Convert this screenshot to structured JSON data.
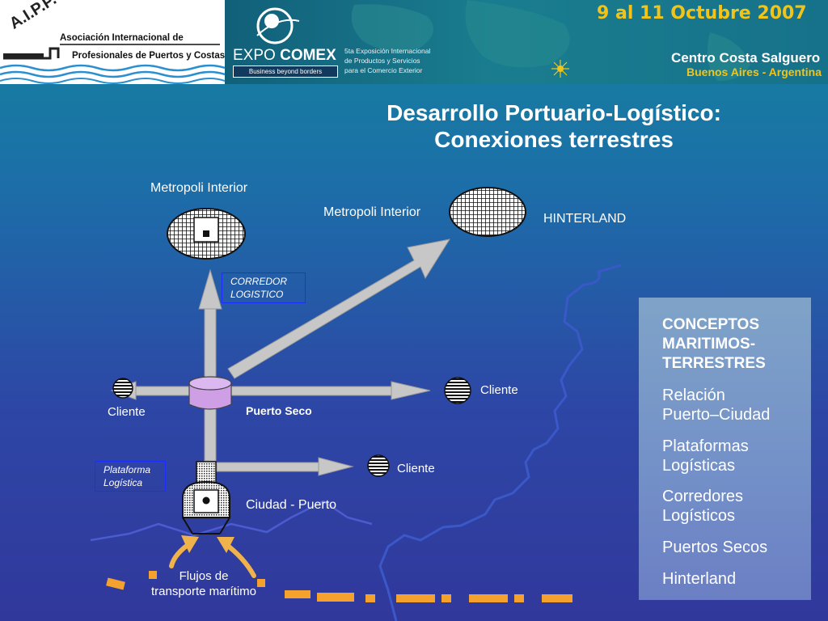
{
  "header": {
    "org_logo_text": "A.I.P.P.Y.C.",
    "org_line1": "Asociación Internacional de",
    "org_line2": "Profesionales de Puertos y Costas",
    "expo_name_a": "EXPO",
    "expo_name_b": "COMEX",
    "expo_tagline": "Business beyond borders",
    "expo_desc1": "5ta Exposición Internacional",
    "expo_desc2": "de Productos y Servicios",
    "expo_desc3": "para el Comercio Exterior",
    "dates": "9 al 11 Octubre 2007",
    "venue": "Centro Costa Salguero",
    "city": "Buenos Aires - Argentina"
  },
  "title": {
    "line1": "Desarrollo Portuario-Logístico:",
    "line2": "Conexiones terrestres"
  },
  "diagram": {
    "metropoli_left": "Metropoli Interior",
    "metropoli_right": "Metropoli Interior",
    "hinterland": "HINTERLAND",
    "corredor_line1": "CORREDOR",
    "corredor_line2": "LOGISTICO",
    "cliente_left": "Cliente",
    "cliente_right": "Cliente",
    "cliente_lower": "Cliente",
    "puerto_seco": "Puerto Seco",
    "plataforma_line1": "Plataforma",
    "plataforma_line2": "Logística",
    "ciudad_puerto": "Ciudad - Puerto",
    "flujos_line1": "Flujos de",
    "flujos_line2": "transporte marítimo"
  },
  "panel": {
    "heading_line1": "CONCEPTOS",
    "heading_line2": "MARITIMOS-",
    "heading_line3": "TERRESTRES",
    "items": [
      {
        "line1": "Relación",
        "line2": "Puerto–Ciudad"
      },
      {
        "line1": "Plataformas",
        "line2": "Logísticas"
      },
      {
        "line1": "Corredores",
        "line2": "Logísticos"
      },
      {
        "line1": "Puertos  Secos"
      },
      {
        "line1": "Hinterland"
      }
    ]
  },
  "colors": {
    "accent_orange": "#f0b24a",
    "dash_orange": "#f4a12e",
    "date_yellow": "#f2c41a",
    "box_border_blue": "#1a2fff",
    "arrow_gray": "#c7c7c7"
  }
}
